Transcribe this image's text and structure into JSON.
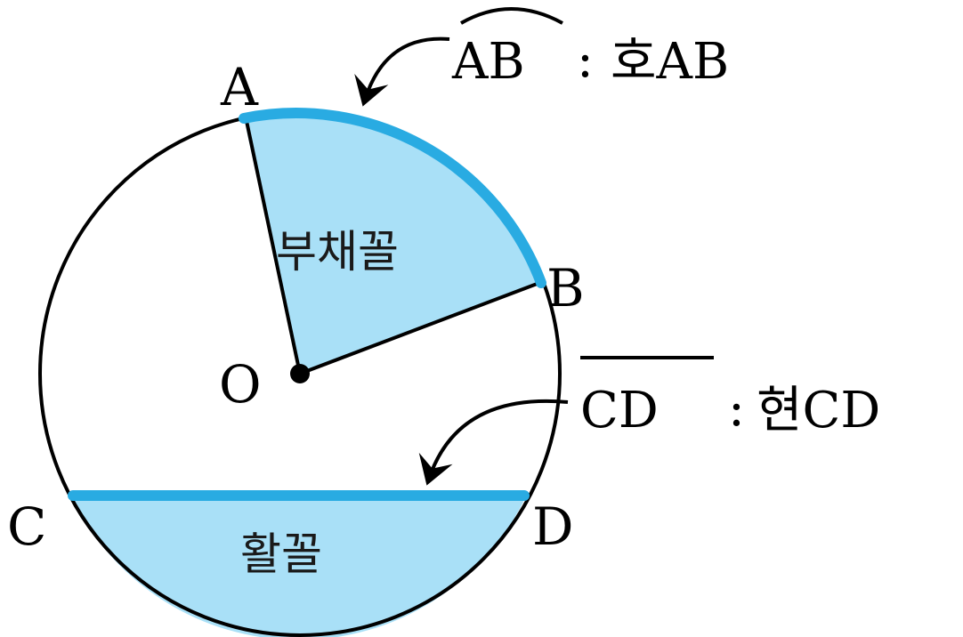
{
  "points": {
    "A": "A",
    "B": "B",
    "C": "C",
    "D": "D",
    "O": "O"
  },
  "regions": {
    "sector": "부채꼴",
    "segment": "활꼴"
  },
  "annotations": {
    "arc": {
      "symbol": "AB",
      "separator": ":",
      "text": "호AB"
    },
    "chord": {
      "symbol": "CD",
      "separator": ":",
      "text": "현CD"
    }
  },
  "colors": {
    "fill": "#a9e0f7",
    "highlight": "#29abe2",
    "stroke": "#000000"
  }
}
